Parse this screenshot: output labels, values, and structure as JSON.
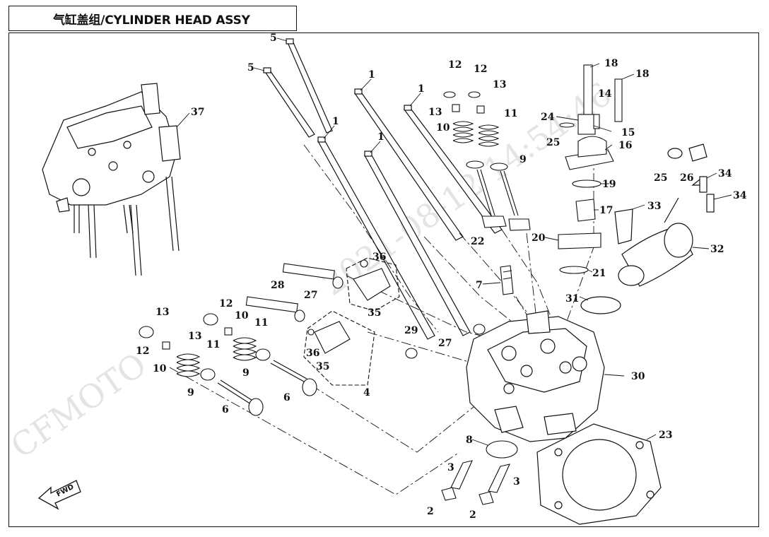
{
  "title": "气缸盖组/CYLINDER HEAD ASSY",
  "watermark": {
    "brand": "CFMOTO",
    "timestamp": "2021-08-12 14:54:46"
  },
  "fwd_label": "FWD",
  "callouts": [
    {
      "id": "c5a",
      "label": "5"
    },
    {
      "id": "c5b",
      "label": "5"
    },
    {
      "id": "c1a",
      "label": "1"
    },
    {
      "id": "c1b",
      "label": "1"
    },
    {
      "id": "c1c",
      "label": "1"
    },
    {
      "id": "c1d",
      "label": "1"
    },
    {
      "id": "c12a",
      "label": "12"
    },
    {
      "id": "c12b",
      "label": "12"
    },
    {
      "id": "c13a",
      "label": "13"
    },
    {
      "id": "c13b",
      "label": "13"
    },
    {
      "id": "c10a",
      "label": "10"
    },
    {
      "id": "c11a",
      "label": "11"
    },
    {
      "id": "c9a",
      "label": "9"
    },
    {
      "id": "c22",
      "label": "22"
    },
    {
      "id": "c18a",
      "label": "18"
    },
    {
      "id": "c18b",
      "label": "18"
    },
    {
      "id": "c14",
      "label": "14"
    },
    {
      "id": "c24",
      "label": "24"
    },
    {
      "id": "c25a",
      "label": "25"
    },
    {
      "id": "c15",
      "label": "15"
    },
    {
      "id": "c16",
      "label": "16"
    },
    {
      "id": "c25b",
      "label": "25"
    },
    {
      "id": "c26",
      "label": "26"
    },
    {
      "id": "c19",
      "label": "19"
    },
    {
      "id": "c17",
      "label": "17"
    },
    {
      "id": "c20",
      "label": "20"
    },
    {
      "id": "c33",
      "label": "33"
    },
    {
      "id": "c34a",
      "label": "34"
    },
    {
      "id": "c34b",
      "label": "34"
    },
    {
      "id": "c32",
      "label": "32"
    },
    {
      "id": "c21",
      "label": "21"
    },
    {
      "id": "c31",
      "label": "31"
    },
    {
      "id": "c37",
      "label": "37"
    },
    {
      "id": "c7",
      "label": "7"
    },
    {
      "id": "c36a",
      "label": "36"
    },
    {
      "id": "c28",
      "label": "28"
    },
    {
      "id": "c27a",
      "label": "27"
    },
    {
      "id": "c35a",
      "label": "35"
    },
    {
      "id": "c29",
      "label": "29"
    },
    {
      "id": "c13c",
      "label": "13"
    },
    {
      "id": "c12c",
      "label": "12"
    },
    {
      "id": "c13d",
      "label": "13"
    },
    {
      "id": "c10b",
      "label": "10"
    },
    {
      "id": "c11b",
      "label": "11"
    },
    {
      "id": "c12d",
      "label": "12"
    },
    {
      "id": "c10c",
      "label": "10"
    },
    {
      "id": "c11c",
      "label": "11"
    },
    {
      "id": "c36b",
      "label": "36"
    },
    {
      "id": "c35b",
      "label": "35"
    },
    {
      "id": "c9b",
      "label": "9"
    },
    {
      "id": "c9c",
      "label": "9"
    },
    {
      "id": "c6a",
      "label": "6"
    },
    {
      "id": "c6b",
      "label": "6"
    },
    {
      "id": "c4",
      "label": "4"
    },
    {
      "id": "c27b",
      "label": "27"
    },
    {
      "id": "c30",
      "label": "30"
    },
    {
      "id": "c8",
      "label": "8"
    },
    {
      "id": "c23",
      "label": "23"
    },
    {
      "id": "c3a",
      "label": "3"
    },
    {
      "id": "c3b",
      "label": "3"
    },
    {
      "id": "c2a",
      "label": "2"
    },
    {
      "id": "c2b",
      "label": "2"
    }
  ]
}
